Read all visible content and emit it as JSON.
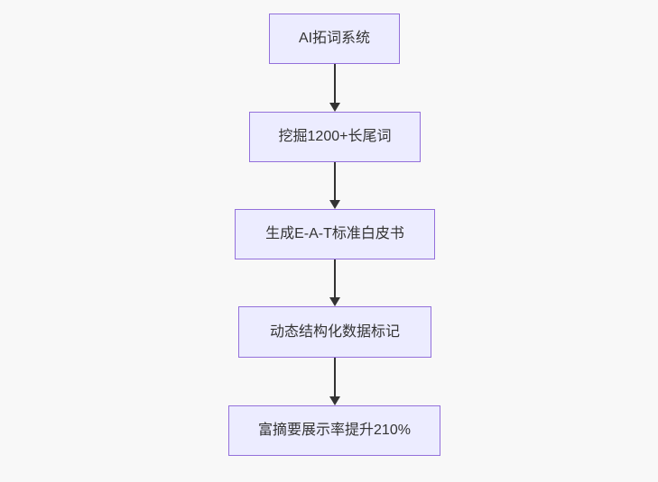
{
  "page": {
    "background_color": "#f8f8f8"
  },
  "flowchart": {
    "direction": "top-down",
    "node_fill_color": "#ECECFF",
    "node_border_color": "#9370DB",
    "arrow_color": "#333333",
    "text_color": "#333333",
    "nodes": [
      {
        "label": "AI拓词系统"
      },
      {
        "label": "挖掘1200+长尾词"
      },
      {
        "label": "生成E-A-T标准白皮书"
      },
      {
        "label": "动态结构化数据标记"
      },
      {
        "label": "富摘要展示率提升210%"
      }
    ],
    "edges": [
      {
        "from": 0,
        "to": 1
      },
      {
        "from": 1,
        "to": 2
      },
      {
        "from": 2,
        "to": 3
      },
      {
        "from": 3,
        "to": 4
      }
    ]
  }
}
